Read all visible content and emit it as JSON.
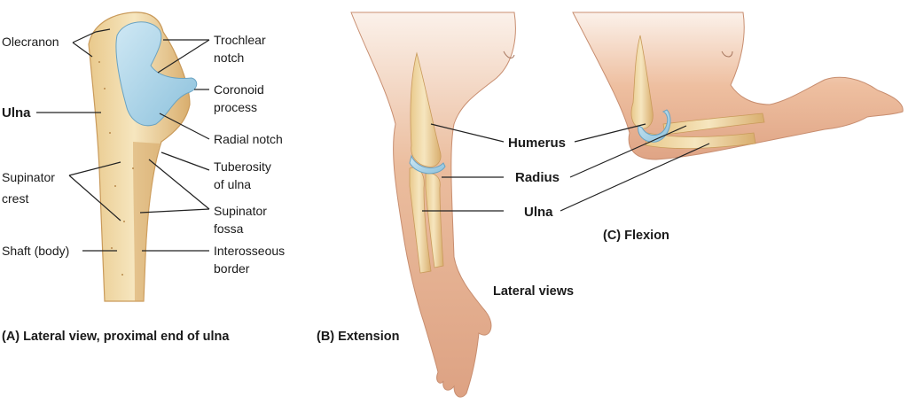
{
  "panel_a": {
    "caption": "(A) Lateral view, proximal end of ulna",
    "labels": {
      "olecranon": "Olecranon",
      "ulna": "Ulna",
      "supinator_crest_1": "Supinator",
      "supinator_crest_2": "crest",
      "shaft": "Shaft (body)",
      "trochlear_notch_1": "Trochlear",
      "trochlear_notch_2": "notch",
      "coronoid_1": "Coronoid",
      "coronoid_2": "process",
      "radial_notch": "Radial notch",
      "tuberosity_1": "Tuberosity",
      "tuberosity_2": "of ulna",
      "supinator_fossa_1": "Supinator",
      "supinator_fossa_2": "fossa",
      "interosseous_1": "Interosseous",
      "interosseous_2": "border"
    }
  },
  "panel_b": {
    "caption": "(B) Extension",
    "labels": {
      "humerus": "Humerus",
      "radius": "Radius",
      "ulna": "Ulna"
    }
  },
  "panel_c": {
    "caption": "(C) Flexion"
  },
  "shared_caption": "Lateral views",
  "colors": {
    "bone": "#f1dcaa",
    "cartilage": "#a9d3e8",
    "skin": "#e8b696",
    "leader": "#222222"
  }
}
